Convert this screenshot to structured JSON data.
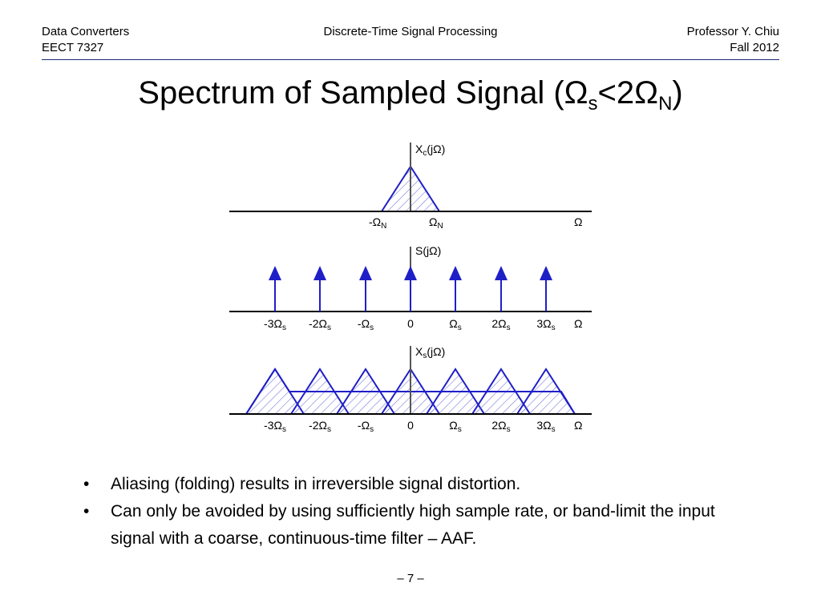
{
  "header": {
    "course": "Data Converters",
    "code": "EECT 7327",
    "topic": "Discrete-Time Signal Processing",
    "professor": "Professor Y. Chiu",
    "term": "Fall 2012"
  },
  "title": {
    "main": "Spectrum of Sampled Signal (Ω",
    "sub1": "s",
    "mid": "<2Ω",
    "sub2": "N",
    "end": ")"
  },
  "diagram": {
    "panel1": {
      "ylabel": "X",
      "ylabel_sub": "c",
      "ylabel_arg": "(jΩ)",
      "neg_label": "-Ω",
      "neg_sub": "N",
      "pos_label": "Ω",
      "pos_sub": "N",
      "axis_label": "Ω"
    },
    "panel2": {
      "ylabel": "S(jΩ)",
      "ticks": [
        {
          "t": "-3Ω",
          "s": "s"
        },
        {
          "t": "-2Ω",
          "s": "s"
        },
        {
          "t": "-Ω",
          "s": "s"
        },
        {
          "t": "0",
          "s": ""
        },
        {
          "t": "Ω",
          "s": "s"
        },
        {
          "t": "2Ω",
          "s": "s"
        },
        {
          "t": "3Ω",
          "s": "s"
        }
      ],
      "axis_label": "Ω"
    },
    "panel3": {
      "ylabel": "X",
      "ylabel_sub": "s",
      "ylabel_arg": "(jΩ)",
      "ticks": [
        {
          "t": "-3Ω",
          "s": "s"
        },
        {
          "t": "-2Ω",
          "s": "s"
        },
        {
          "t": "-Ω",
          "s": "s"
        },
        {
          "t": "0",
          "s": ""
        },
        {
          "t": "Ω",
          "s": "s"
        },
        {
          "t": "2Ω",
          "s": "s"
        },
        {
          "t": "3Ω",
          "s": "s"
        }
      ],
      "axis_label": "Ω"
    },
    "colors": {
      "spectrum": "#1f1fc8",
      "hatch": "#6a6ad8",
      "axis": "#000000"
    }
  },
  "bullets": [
    "Aliasing (folding) results in irreversible signal distortion.",
    "Can only be avoided by using sufficiently high sample rate, or band-limit the input signal with a coarse, continuous-time filter – AAF."
  ],
  "bullet_symbol": "•",
  "page_number": "– 7 –"
}
